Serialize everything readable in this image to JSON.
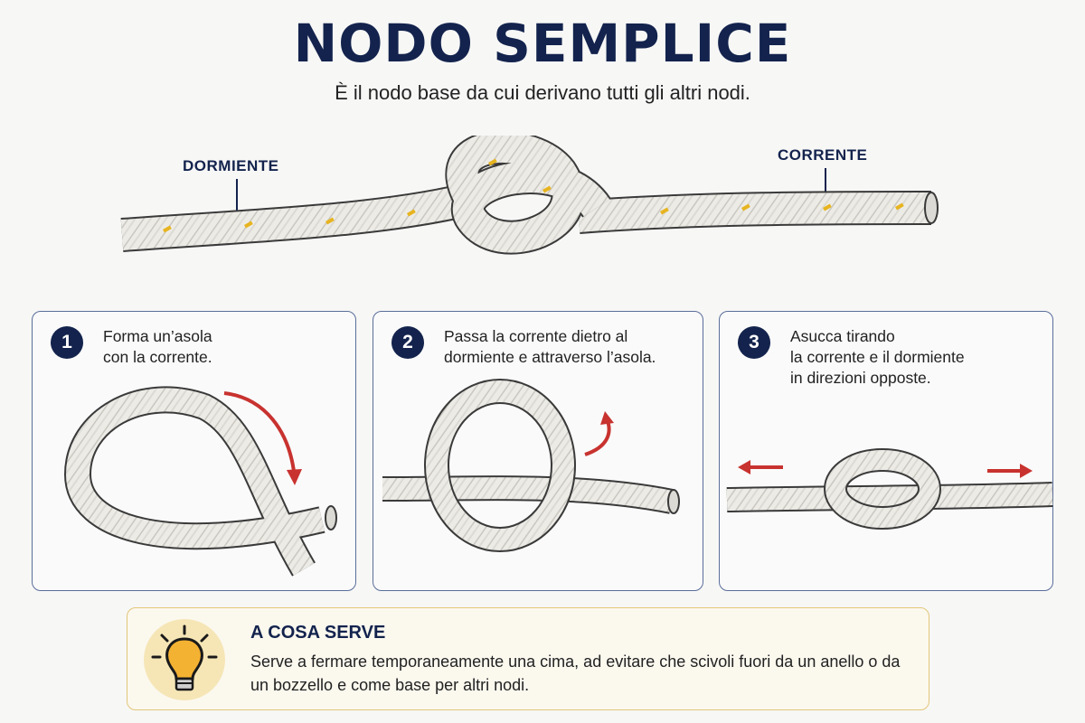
{
  "header": {
    "title": "NODO SEMPLICE",
    "subtitle": "È il nodo base da cui derivano tutti gli altri nodi."
  },
  "diagram": {
    "standing_part_label": "DORMIENTE",
    "working_end_label": "CORRENTE"
  },
  "steps": [
    {
      "number": "1",
      "text": "Forma un’asola\ncon la corrente."
    },
    {
      "number": "2",
      "text": "Passa la corrente dietro al\ndormiente e attraverso l’asola."
    },
    {
      "number": "3",
      "text": "Asucca tirando\nla corrente e il dormiente\nin direzioni opposte."
    }
  ],
  "info": {
    "title": "A COSA SERVE",
    "text": "Serve a fermare temporaneamente una cima, ad evitare che scivoli fuori da un anello o da un bozzello e come base per altri nodi."
  },
  "colors": {
    "navy": "#13234d",
    "rope": "#e9e7e1",
    "rope_fleck": "#e7b420",
    "arrow": "#c8322f",
    "info_border": "#e2c77a"
  }
}
